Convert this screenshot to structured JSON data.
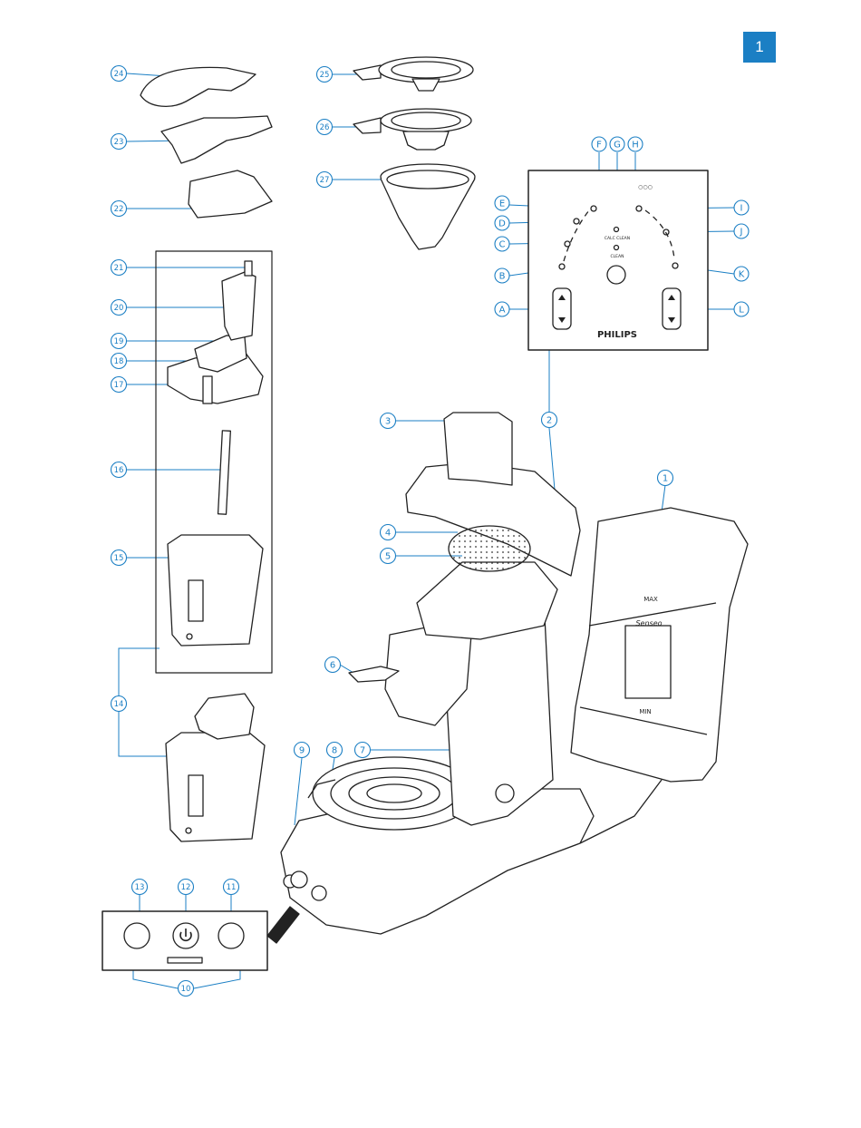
{
  "page": {
    "number": "1"
  },
  "callouts": {
    "n1": "1",
    "n2": "2",
    "n3": "3",
    "n4": "4",
    "n5": "5",
    "n6": "6",
    "n7": "7",
    "n8": "8",
    "n9": "9",
    "n10": "10",
    "n11": "11",
    "n12": "12",
    "n13": "13",
    "n14": "14",
    "n15": "15",
    "n16": "16",
    "n17": "17",
    "n18": "18",
    "n19": "19",
    "n20": "20",
    "n21": "21",
    "n22": "22",
    "n23": "23",
    "n24": "24",
    "n25": "25",
    "n26": "26",
    "n27": "27"
  },
  "panel_letters": {
    "A": "A",
    "B": "B",
    "C": "C",
    "D": "D",
    "E": "E",
    "F": "F",
    "G": "G",
    "H": "H",
    "I": "I",
    "J": "J",
    "K": "K",
    "L": "L"
  },
  "control_panel": {
    "brand": "PHILIPS",
    "calc_clean": "CALC CLEAN",
    "clean": "CLEAN",
    "strength_marks": "○○○"
  },
  "water_tank": {
    "max": "MAX",
    "logo": "Senseo",
    "min": "MIN"
  },
  "colors": {
    "accent": "#1b7fc4",
    "line": "#222222",
    "callout_stroke": "#1b7fc4"
  }
}
